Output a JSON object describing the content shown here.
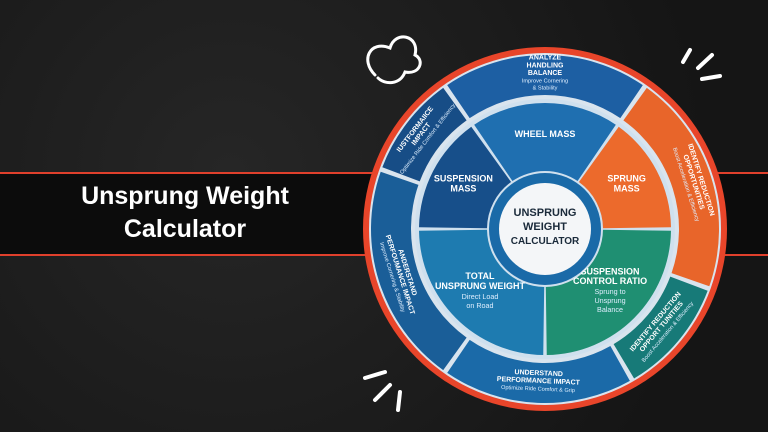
{
  "title_lines": [
    "Unsprung Weight",
    "Calculator"
  ],
  "center": {
    "lines": [
      "UNSPRUNG",
      "WEIGHT",
      "CALCULATOR"
    ]
  },
  "inner_segments": [
    {
      "label": [
        "WHEEL MASS"
      ],
      "sub": [],
      "color": "#1f6fb0",
      "icon": "wheel-icon"
    },
    {
      "label": [
        "SPRUNG",
        "MASS"
      ],
      "sub": [],
      "color": "#ec6a2c",
      "icon": "car-lift-icon"
    },
    {
      "label": [
        "SUSPENSION",
        "CONTROL RATIO"
      ],
      "sub": [
        "Sprung to",
        "Unsprung",
        "Balance"
      ],
      "color": "#1f8f72",
      "icon": "seesaw-icon"
    },
    {
      "label": [
        "TOTAL",
        "UNSPRUNG WEIGHT"
      ],
      "sub": [
        "Direct Load",
        "on Road"
      ],
      "color": "#1e7bb0",
      "icon": "wheel-icon"
    },
    {
      "label": [
        "SUSPENSION",
        "MASS"
      ],
      "sub": [],
      "color": "#174f8a",
      "icon": "brake-disc-icon"
    }
  ],
  "outer_segments": [
    {
      "label": [
        "ANALYZE",
        "HANDLING",
        "BALANCE"
      ],
      "sub": [
        "Improve Cornering",
        "& Stability"
      ],
      "color": "#1d5fa3",
      "icon": "steering-wheel-icon"
    },
    {
      "label": [
        "IDENTIFY REDUCTION",
        "OPPORTUNITIES"
      ],
      "sub": [
        "Boost Acceleration & Efficiency"
      ],
      "color": "#e8652a",
      "icon": ""
    },
    {
      "label": [
        "IDENTIFY REDUCTION",
        "OPPORT TUNITIES"
      ],
      "sub": [
        "Boost Acceleration & Efficiency"
      ],
      "color": "#177a78",
      "icon": "arrow-up-icon"
    },
    {
      "label": [
        "UNDERSTAND",
        "PERFORMANCE IMPACT"
      ],
      "sub": [
        "Optimize Ride Comfort & Grip"
      ],
      "color": "#1b6aa8",
      "icon": "stopwatch-icon"
    },
    {
      "label": [
        "ANDERSTAND",
        "PERFOUMANCE IMPACT"
      ],
      "sub": [
        "Improve Cornering & Stability"
      ],
      "color": "#1a5e98",
      "icon": "steering-wheel-icon"
    },
    {
      "label": [
        "IUSTFORMAIICE",
        "IMPACT"
      ],
      "sub": [
        "Optimize Ride Comfort & Efficiency"
      ],
      "color": "#174d86",
      "icon": ""
    }
  ],
  "colors": {
    "ring": "#e8452a",
    "band_line": "#e0402c",
    "background": "#1b1b1b"
  }
}
